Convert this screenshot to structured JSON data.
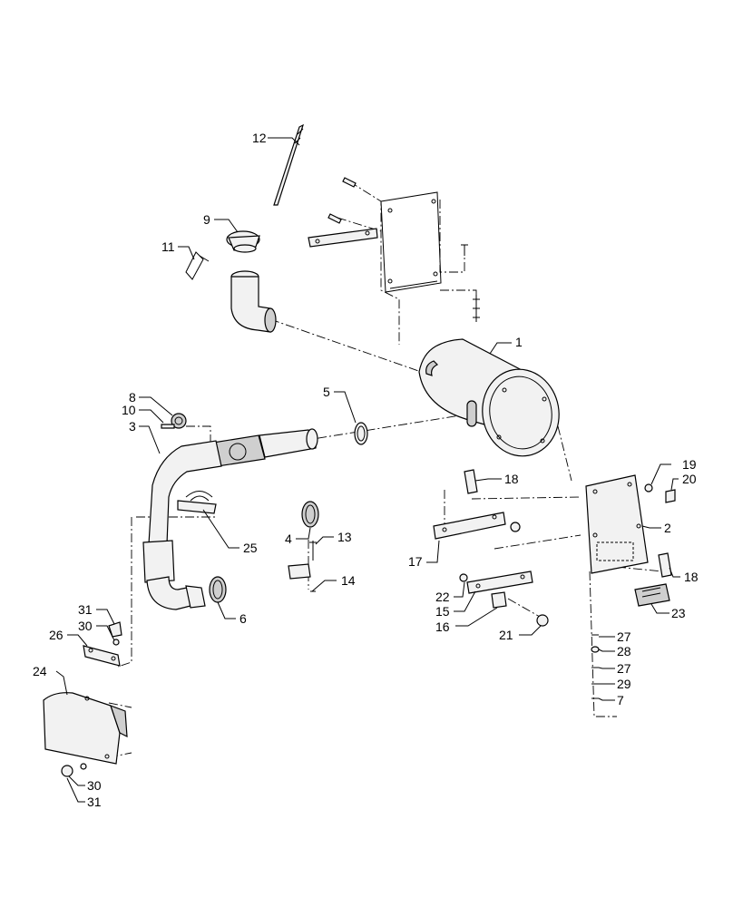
{
  "callouts": {
    "c1": "1",
    "c2": "2",
    "c3": "3",
    "c4": "4",
    "c5": "5",
    "c6": "6",
    "c7": "7",
    "c8": "8",
    "c9": "9",
    "c10": "10",
    "c11": "11",
    "c12": "12",
    "c13": "13",
    "c14": "14",
    "c15": "15",
    "c16": "16",
    "c17": "17",
    "c18a": "18",
    "c18b": "18",
    "c19": "19",
    "c20": "20",
    "c21": "21",
    "c22": "22",
    "c23": "23",
    "c24": "24",
    "c25": "25",
    "c26": "26",
    "c27a": "27",
    "c27b": "27",
    "c28": "28",
    "c29": "29",
    "c30a": "30",
    "c30b": "30",
    "c31a": "31",
    "c31b": "31"
  }
}
